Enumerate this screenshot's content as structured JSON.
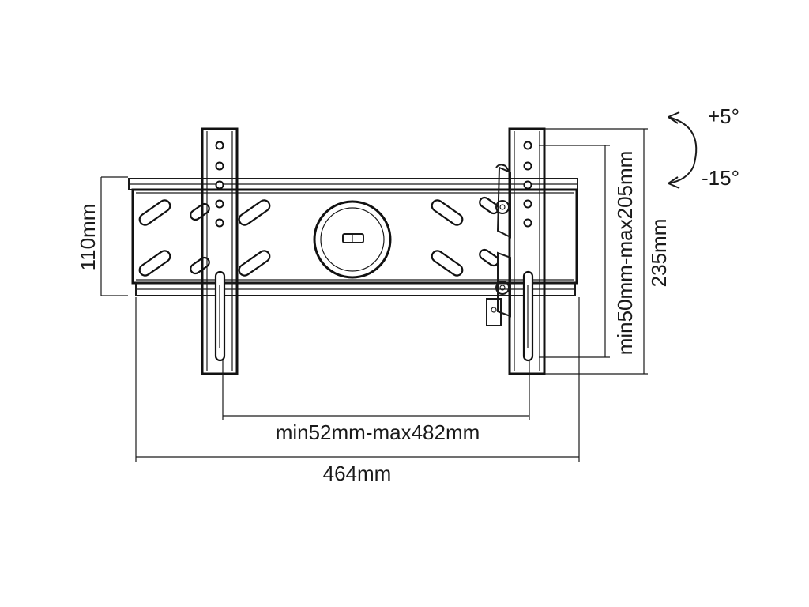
{
  "labels": {
    "height_plate": "110mm",
    "tilt_up": "+5°",
    "tilt_down": "-15°",
    "vertical_range": "min50mm-max205mm",
    "overall_height": "235mm",
    "horizontal_range": "min52mm-max482mm",
    "overall_width": "464mm"
  },
  "colors": {
    "line": "#1a1a1a",
    "background": "#ffffff"
  }
}
